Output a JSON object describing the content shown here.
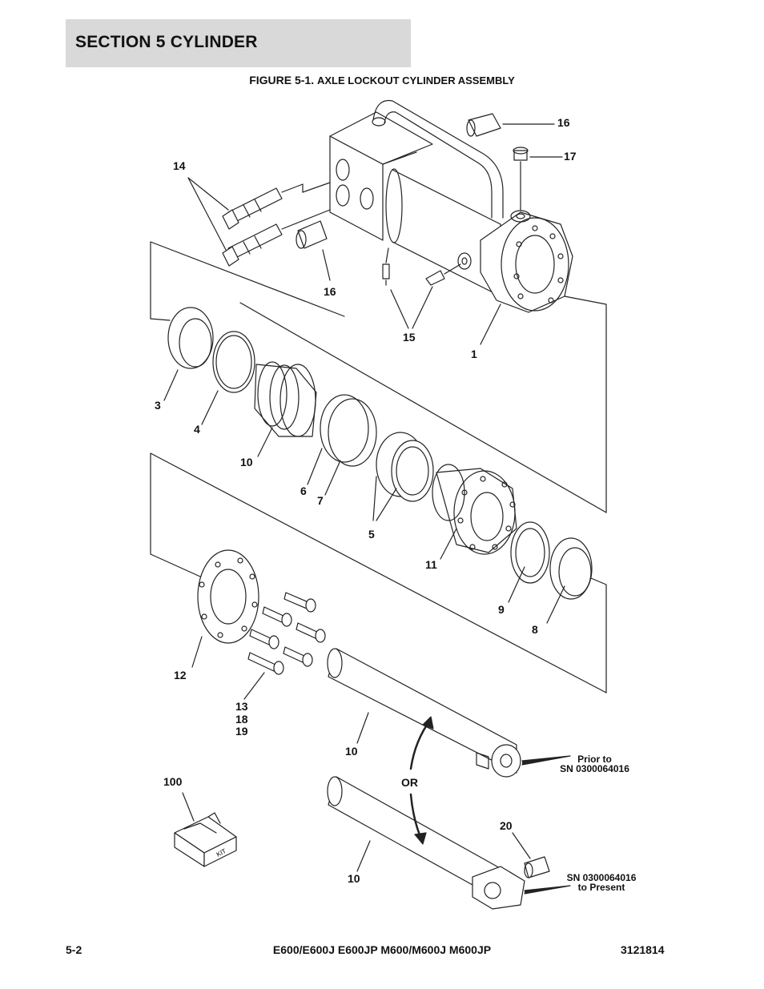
{
  "header": {
    "section": "SECTION 5   CYLINDER"
  },
  "figure": {
    "prefix": "FIGURE 5-1.",
    "title": "AXLE LOCKOUT CYLINDER ASSEMBLY"
  },
  "callouts": {
    "c16a": "16",
    "c17": "17",
    "c14": "14",
    "c16b": "16",
    "c15": "15",
    "c1": "1",
    "c3": "3",
    "c4": "4",
    "c10a": "10",
    "c6": "6",
    "c7": "7",
    "c5": "5",
    "c11": "11",
    "c9": "9",
    "c8": "8",
    "c12": "12",
    "c13": "13",
    "c18": "18",
    "c19": "19",
    "c10b": "10",
    "c100": "100",
    "c20": "20",
    "c10c": "10",
    "or": "OR"
  },
  "notes": {
    "prior_line1": "Prior to",
    "prior_line2": "SN 0300064016",
    "present_line1": "SN 0300064016",
    "present_line2": "to Present",
    "kit": "KIT"
  },
  "footer": {
    "page": "5-2",
    "models": "E600/E600J E600JP M600/M600J M600JP",
    "doc": "3121814"
  }
}
